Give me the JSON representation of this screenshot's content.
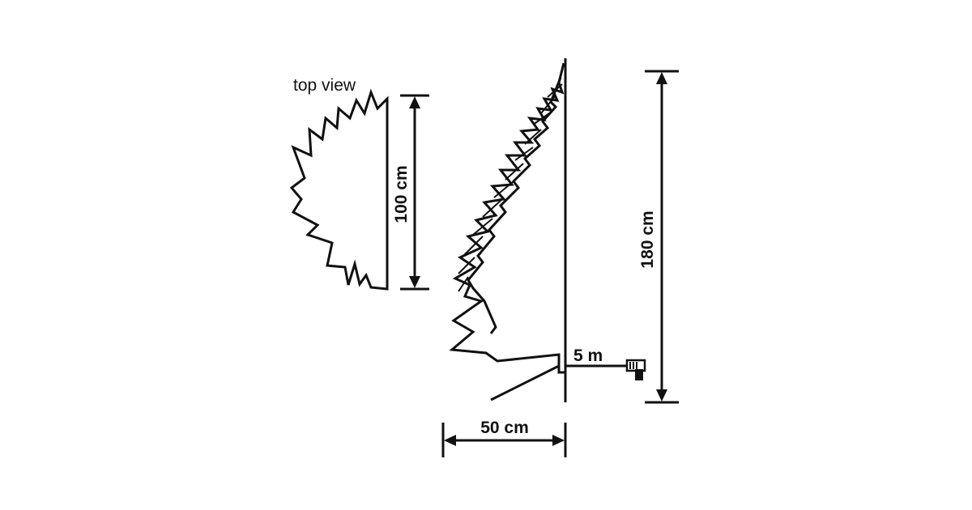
{
  "labels": {
    "top_view": "top view",
    "depth_top_view": "100 cm",
    "height": "180 cm",
    "cable": "5 m",
    "width": "50 cm"
  }
}
